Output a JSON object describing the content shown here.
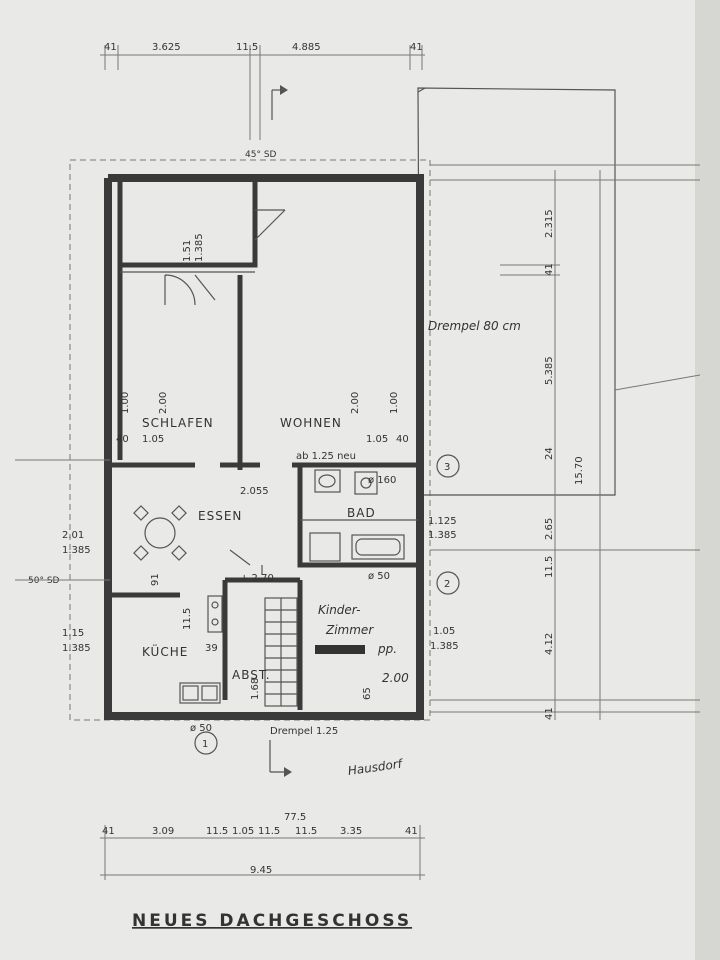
{
  "title": "NEUES DACHGESCHOSS",
  "rooms": {
    "schlafen": "SCHLAFEN",
    "wohnen": "WOHNEN",
    "essen": "ESSEN",
    "bad": "BAD",
    "kueche": "KÜCHE",
    "abst": "ABST.",
    "kinder1": "Kinder-",
    "kinder2": "Zimmer"
  },
  "annotations": {
    "sd45": "45° SD",
    "sd50": "50° SD",
    "drempel80": "Drempel 80 cm",
    "drempel125": "Drempel 1.25",
    "ab125": "ab 1.25 neu",
    "pp": "pp.",
    "signature": "Hausdorf",
    "d160": "ø 160",
    "d50a": "ø 50",
    "d50b": "ø 50",
    "h270": "+ 2.70"
  },
  "markers": [
    "1",
    "2",
    "3"
  ],
  "top_dims": [
    "41",
    "3.625",
    "11.5",
    "4.885",
    "41"
  ],
  "bottom_dims": [
    "41",
    "3.09",
    "11.5",
    "1.05",
    "11.5",
    "11.5",
    "3.35",
    "41"
  ],
  "bottom_extra": [
    "77.5",
    "9.45"
  ],
  "right_dims": [
    "2.315",
    "41",
    "5.385",
    "24",
    "2.65",
    "11.5",
    "4.12",
    "41",
    "15.70"
  ],
  "left_dims": [
    "2.01",
    "1.385",
    "1.15",
    "1.385"
  ],
  "mid_right_dims": [
    "1.125",
    "1.385",
    "1.05",
    "1.385"
  ],
  "interior_dims": {
    "top_room": [
      "1.51",
      "1.385"
    ],
    "schlafen_v": [
      "1.00",
      "2.00"
    ],
    "wohnen_v": [
      "2.00",
      "1.00"
    ],
    "schlafen_h": [
      "40",
      "1.05"
    ],
    "wohnen_h": [
      "1.05",
      "40"
    ],
    "essen": "2.055",
    "n91": "91",
    "n115": "11.5",
    "n39": "39",
    "n168": "1.68",
    "n65": "65",
    "n200": "2.00"
  }
}
